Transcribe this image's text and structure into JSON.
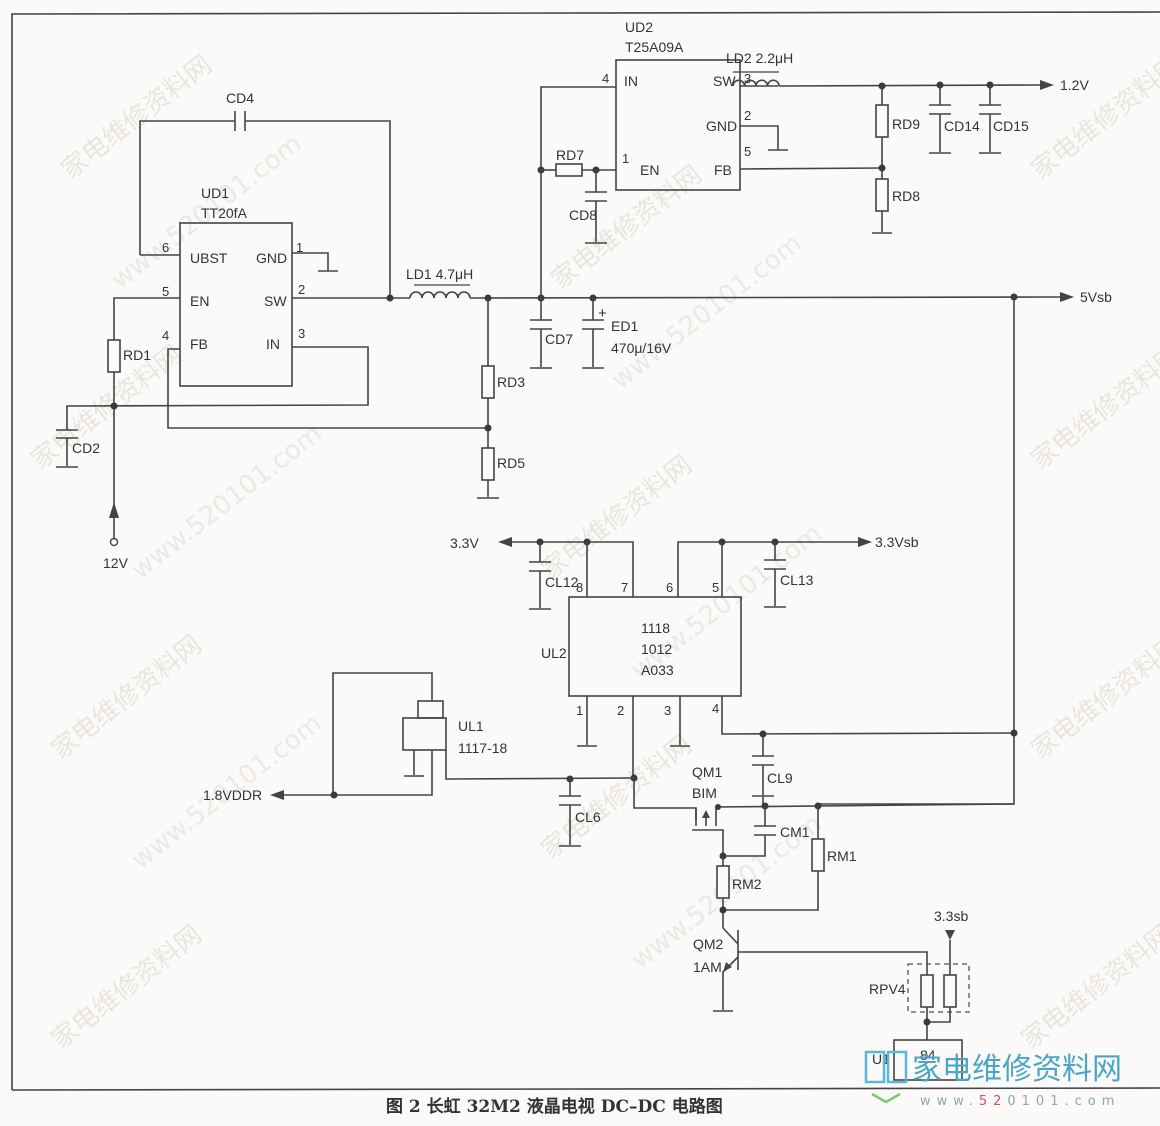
{
  "caption": "图 2 长虹 32M2 液晶电视 DC–DC 电路图",
  "watermark": {
    "text_cn": "家电维修资料网",
    "text_url": "www.520101.com"
  },
  "logo": {
    "text_cn": "家电维修资料网",
    "url_prefix": "www.",
    "url_red": "52",
    "url_rest": "0101.com"
  },
  "components": {
    "CD4": "CD4",
    "UD1": {
      "ref": "UD1",
      "part": "TT20fA",
      "pins": {
        "p6": "6",
        "p1": "1",
        "p5": "5",
        "p2": "2",
        "p4": "4",
        "p3": "3"
      },
      "pin_names": {
        "UBST": "UBST",
        "GND": "GND",
        "EN": "EN",
        "SW": "SW",
        "FB": "FB",
        "IN": "IN"
      }
    },
    "LD1": "LD1  4.7μH",
    "RD1": "RD1",
    "CD2": "CD2",
    "RD3": "RD3",
    "RD5": "RD5",
    "CD7": "CD7",
    "ED1": {
      "ref": "ED1",
      "value": "470μ/16V",
      "polarity": "+"
    },
    "UD2": {
      "ref": "UD2",
      "part": "T25A09A",
      "pins": {
        "p4": "4",
        "p3": "3",
        "p2": "2",
        "p1": "1",
        "p5": "5"
      },
      "pin_names": {
        "IN": "IN",
        "SW": "SW",
        "GND": "GND",
        "EN": "EN",
        "FB": "FB"
      }
    },
    "RD7": "RD7",
    "CD8": "CD8",
    "LD2": "LD2  2.2μH",
    "RD9": "RD9",
    "RD8": "RD8",
    "CD14": "CD14",
    "CD15": "CD15",
    "UL2": {
      "ref": "UL2",
      "line1": "1118",
      "line2": "1012",
      "line3": "A033",
      "pins": {
        "p8": "8",
        "p7": "7",
        "p6": "6",
        "p5": "5",
        "p1": "1",
        "p2": "2",
        "p3": "3",
        "p4": "4"
      }
    },
    "CL12": "CL12",
    "CL13": "CL13",
    "UL1": {
      "ref": "UL1",
      "part": "1117-18"
    },
    "CL6": "CL6",
    "CL9": "CL9",
    "QM1": {
      "ref": "QM1",
      "part": "BIM"
    },
    "CM1": "CM1",
    "RM1": "RM1",
    "RM2": "RM2",
    "QM2": {
      "ref": "QM2",
      "part": "1AM"
    },
    "RPV4": "RPV4",
    "U1": {
      "ref": "U1",
      "pin": "84"
    }
  },
  "nets": {
    "v12": "12V",
    "v5sb": "5Vsb",
    "v1_2": "1.2V",
    "v3_3": "3.3V",
    "v3_3sb": "3.3Vsb",
    "v1_8ddr": "1.8VDDR",
    "v3_3sb_small": "3.3sb"
  }
}
